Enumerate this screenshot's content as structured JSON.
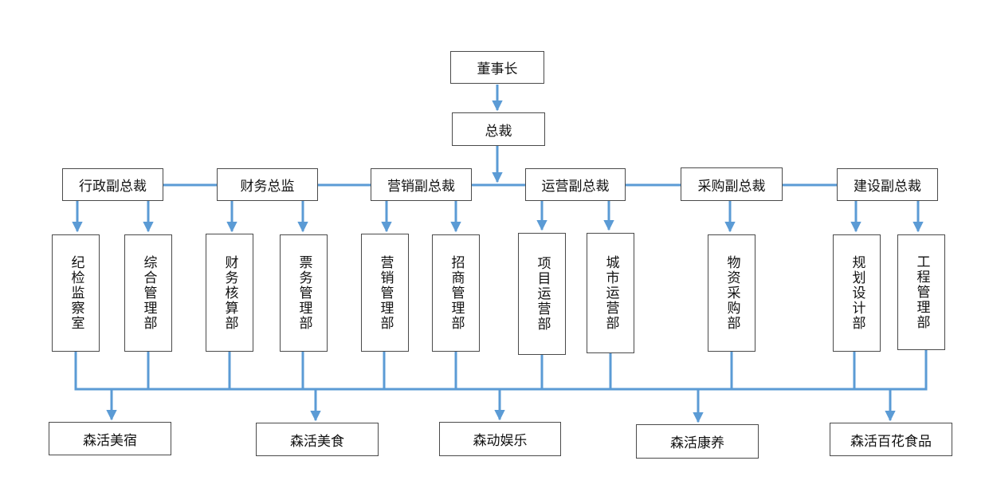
{
  "colors": {
    "connector": "#5b9bd5",
    "border": "#4a4a4a"
  },
  "chairman": "董事长",
  "ceo": "总裁",
  "vps": [
    "行政副总裁",
    "财务总监",
    "营销副总裁",
    "运营副总裁",
    "采购副总裁",
    "建设副总裁"
  ],
  "departments": [
    "纪检监察室",
    "综合管理部",
    "财务核算部",
    "票务管理部",
    "营销管理部",
    "招商管理部",
    "项目运营部",
    "城市运营部",
    "物资采购部",
    "规划设计部",
    "工程管理部"
  ],
  "brands": [
    "森活美宿",
    "森活美食",
    "森动娱乐",
    "森活康养",
    "森活百花食品"
  ]
}
